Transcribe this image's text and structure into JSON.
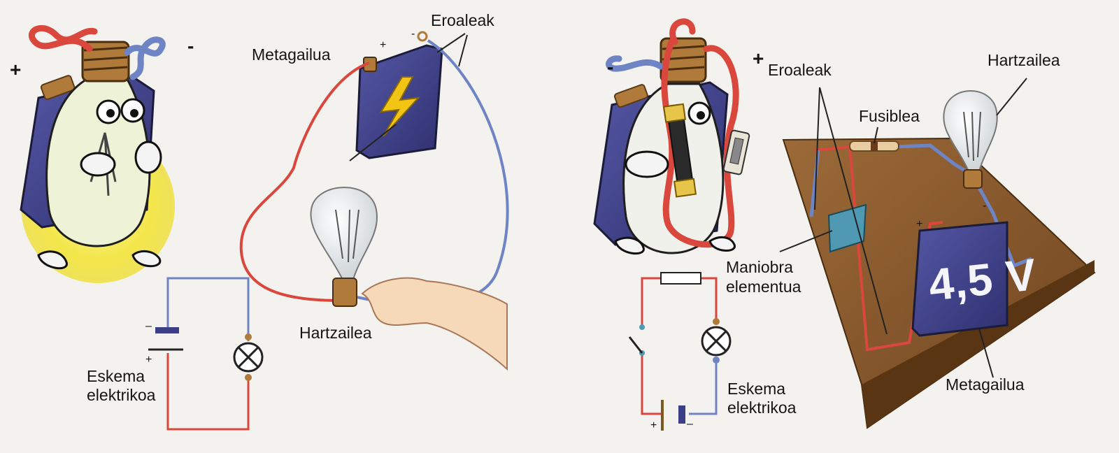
{
  "left": {
    "polarity_plus": "+",
    "polarity_minus": "-",
    "battery_label": "Metagailua",
    "wires_label": "Eroaleak",
    "bulb_label": "Hartzailea",
    "schema_label_line1": "Eskema",
    "schema_label_line2": "elektrikoa",
    "battery_terminal_plus": "+",
    "battery_terminal_minus": "-",
    "schema_minus": "–",
    "schema_plus": "+"
  },
  "right": {
    "polarity_minus": "-",
    "polarity_plus": "+",
    "wires_label": "Eroaleak",
    "fuse_label": "Fusiblea",
    "bulb_label": "Hartzailea",
    "switch_label_line1": "Maniobra",
    "switch_label_line2": "elementua",
    "schema_label_line1": "Eskema",
    "schema_label_line2": "elektrikoa",
    "battery_label": "Metagailua",
    "battery_voltage": "4,5 V",
    "board_plus": "+",
    "board_minus": "-",
    "schema_plus": "+",
    "schema_minus": "–"
  },
  "colors": {
    "positive_wire": "#d9473d",
    "negative_wire": "#6f84c4",
    "battery_body": "#3d3f86",
    "bulb_glow": "#f3e64a",
    "wood_board": "#8a5a2e",
    "brass": "#b07a3a"
  }
}
